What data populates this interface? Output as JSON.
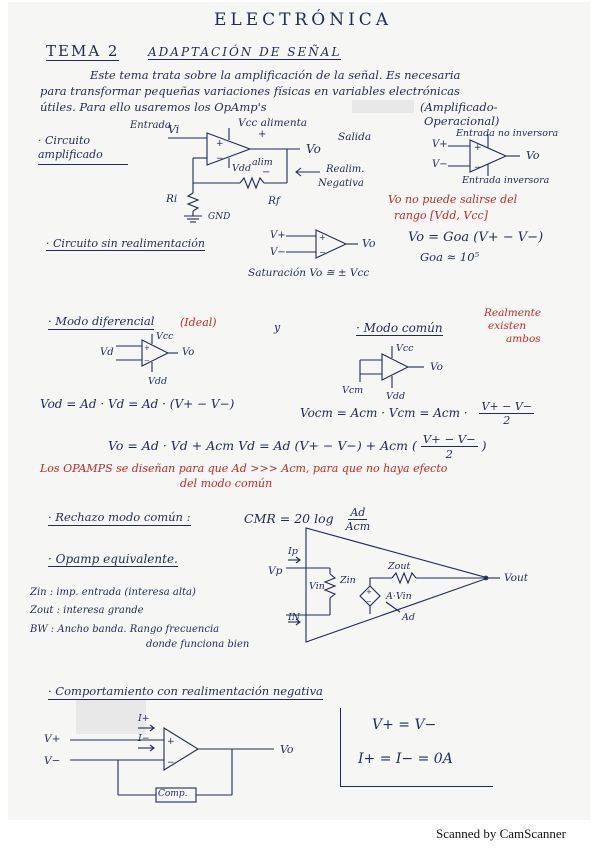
{
  "header": {
    "title": "ELECTRÓNICA",
    "tema": "TEMA 2",
    "subtitle": "ADAPTACIÓN DE SEÑAL"
  },
  "intro": [
    "Este tema trata sobre la amplificación de la señal. Es necesaria",
    "para transformar pequeñas variaciones físicas en variables electrónicas",
    "útiles. Para ello usaremos los OpAmp's",
    "(Amplificado-",
    "Operacional)"
  ],
  "circuito_amplificado": {
    "heading": "· Circuito amplificado",
    "labels": {
      "entrada": "Entrada",
      "vi": "Vi",
      "vcc": "Vcc alimenta",
      "plus": "+",
      "vo": "Vo",
      "salida": "Salida",
      "alim": "alim",
      "vdd": "Vdd",
      "minus": "−",
      "realim": "Realim.",
      "negativa": "Negativa",
      "rf": "Rf",
      "ri": "Ri",
      "gnd": "GND"
    }
  },
  "opamp_side": {
    "entrada_no_inversora": "Entrada no inversora",
    "vplus": "V+",
    "vminus": "V−",
    "vo": "Vo",
    "entrada_inversora": "Entrada inversora",
    "note_line1": "Vo no puede salirse del",
    "note_line2": "rango [Vdd, Vcc]"
  },
  "sin_realimentacion": {
    "heading": "· Circuito sin realimentación",
    "vplus": "V+",
    "vminus": "V−",
    "vo": "Vo",
    "saturacion": "Saturación  Vo ≅ ± Vcc",
    "eq1": "Vo = Goa (V+ − V−)",
    "eq2": "Goa ≈ 10⁵"
  },
  "modo_diferencial": {
    "heading": "· Modo diferencial",
    "ideal": "(Ideal)",
    "y": "y",
    "vd": "Vd",
    "vcc": "Vcc",
    "vo": "Vo",
    "vdd": "Vdd",
    "eq": "Vod = Ad · Vd = Ad · (V+ − V−)"
  },
  "modo_comun": {
    "heading": "· Modo común",
    "note_line1": "Realmente",
    "note_line2": "existen",
    "note_line3": "ambos",
    "vcc": "Vcc",
    "vo": "Vo",
    "vcm": "Vcm",
    "vdd": "Vdd",
    "eq_left": "Vocm = Acm · Vcm = Acm ·",
    "eq_num": "V+ − V−",
    "eq_den": "2"
  },
  "vo_total": {
    "eq_left": "Vo = Ad · Vd + Acm Vd = Ad (V+ − V−) + Acm (",
    "eq_num": "V+ − V−",
    "eq_den": "2",
    "eq_right": ")"
  },
  "red_note": {
    "line1": "Los OPAMPS se diseñan para que Ad >>> Acm, para que no haya efecto",
    "line2": "del modo común"
  },
  "rechazo": {
    "heading": "· Rechazo modo común :",
    "eq_left": "CMR = 20 log",
    "eq_num": "Ad",
    "eq_den": "Acm"
  },
  "opamp_equivalente": {
    "heading": "· Opamp equivalente.",
    "lines": [
      "Zin : imp. entrada (interesa alta)",
      "Zout : interesa grande",
      "BW : Ancho banda. Rango frecuencia",
      "donde funciona bien"
    ],
    "labels": {
      "ip": "Ip",
      "vp": "Vp",
      "vin": "Vin",
      "zin": "Zin",
      "zout": "Zout",
      "avin": "A·Vin",
      "ad": "Ad",
      "in": "IN",
      "vout": "Vout"
    }
  },
  "comportamiento": {
    "heading": "· Comportamiento con realimentación negativa",
    "iplus": "I+",
    "iminus": "I−",
    "vplus": "V+",
    "vminus": "V−",
    "vo": "Vo",
    "comp": "Comp.",
    "box_line1": "V+ = V−",
    "box_line2": "I+ = I− = 0A"
  },
  "footer": "Scanned by CamScanner"
}
